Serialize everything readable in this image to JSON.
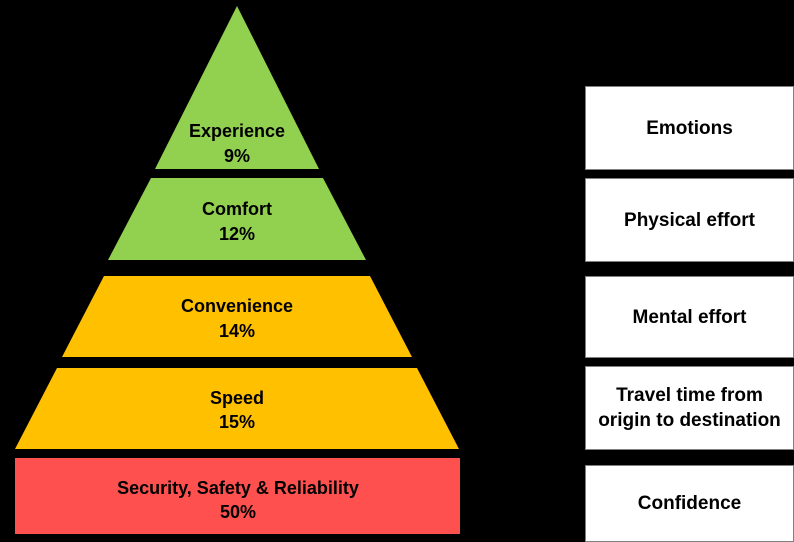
{
  "colors": {
    "background": "#000000",
    "green": "#92d050",
    "amber": "#ffc000",
    "red": "#ff5050",
    "box_fill": "#ffffff",
    "text": "#000000"
  },
  "pyramid": {
    "layers": [
      {
        "name": "Experience",
        "percent": "9%",
        "value": 9,
        "color": "#92d050"
      },
      {
        "name": "Comfort",
        "percent": "12%",
        "value": 12,
        "color": "#92d050"
      },
      {
        "name": "Convenience",
        "percent": "14%",
        "value": 14,
        "color": "#ffc000"
      },
      {
        "name": "Speed",
        "percent": "15%",
        "value": 15,
        "color": "#ffc000"
      },
      {
        "name": "Security, Safety & Reliability",
        "percent": "50%",
        "value": 50,
        "color": "#ff5050"
      }
    ]
  },
  "descriptors": [
    "Emotions",
    "Physical effort",
    "Mental effort",
    "Travel time from origin to destination",
    "Confidence"
  ]
}
